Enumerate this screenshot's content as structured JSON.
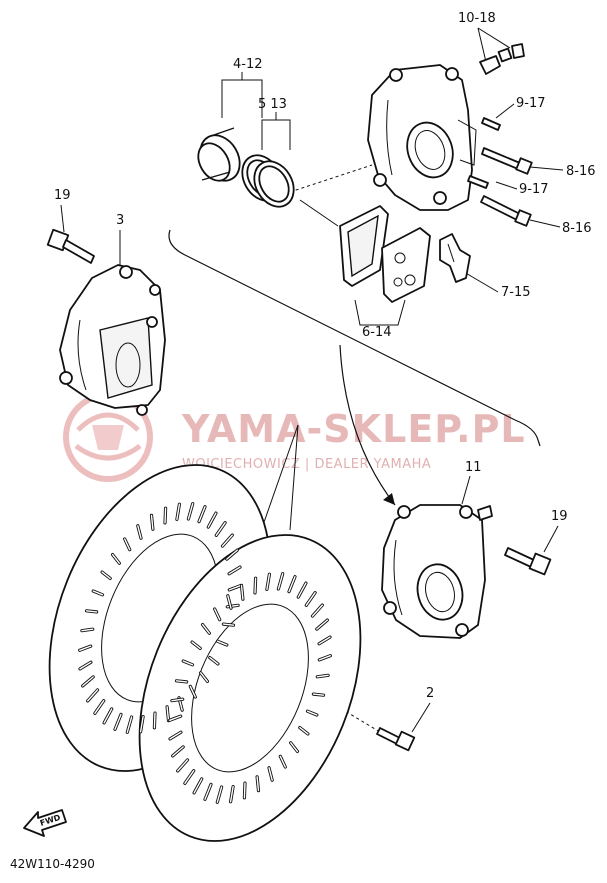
{
  "diagram": {
    "callouts": [
      {
        "id": "10-18",
        "text": "10-18"
      },
      {
        "id": "4-12",
        "text": "4-12"
      },
      {
        "id": "5-13",
        "text": "5 13"
      },
      {
        "id": "9-17a",
        "text": "9-17"
      },
      {
        "id": "8-16a",
        "text": "8-16"
      },
      {
        "id": "9-17b",
        "text": "9-17"
      },
      {
        "id": "8-16b",
        "text": "8-16"
      },
      {
        "id": "19a",
        "text": "19"
      },
      {
        "id": "3",
        "text": "3"
      },
      {
        "id": "7-15",
        "text": "7-15"
      },
      {
        "id": "6-14",
        "text": "6-14"
      },
      {
        "id": "11",
        "text": "11"
      },
      {
        "id": "19b",
        "text": "19"
      },
      {
        "id": "2",
        "text": "2"
      }
    ],
    "fwd_label": "FWD",
    "diagram_code": "42W110-4290"
  },
  "watermark": {
    "title": "YAMA-SKLEP.PL",
    "subtitle": "WOJCIECHOWICZ | DEALER YAMAHA",
    "color": "#e6b8b8"
  }
}
